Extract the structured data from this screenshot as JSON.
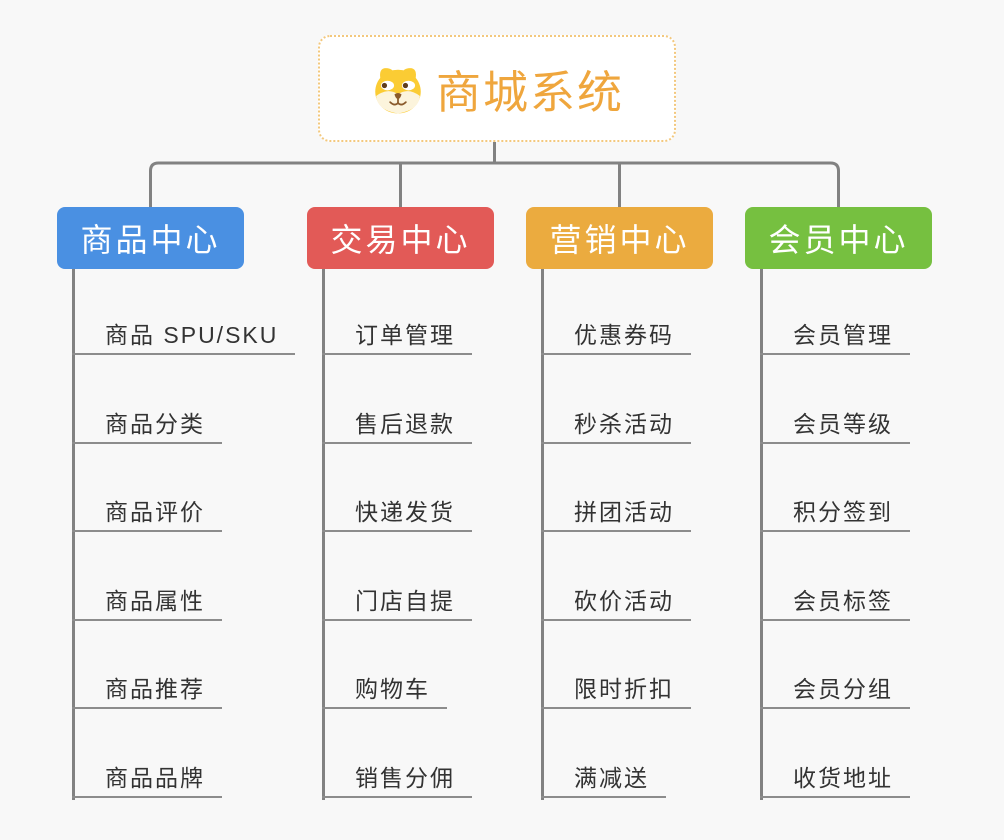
{
  "canvas": {
    "background": "#F8F8F8"
  },
  "root": {
    "title": "商城系统",
    "icon": "dog-face-icon",
    "title_color": "#EFA63D",
    "border_color": "#F3C87D"
  },
  "branches": [
    {
      "name": "product-center",
      "label": "商品中心",
      "color": "#4A90E2",
      "children": [
        "商品 SPU/SKU",
        "商品分类",
        "商品评价",
        "商品属性",
        "商品推荐",
        "商品品牌"
      ]
    },
    {
      "name": "trade-center",
      "label": "交易中心",
      "color": "#E25A57",
      "children": [
        "订单管理",
        "售后退款",
        "快递发货",
        "门店自提",
        "购物车",
        "销售分佣"
      ]
    },
    {
      "name": "marketing-center",
      "label": "营销中心",
      "color": "#EBAB3F",
      "children": [
        "优惠券码",
        "秒杀活动",
        "拼团活动",
        "砍价活动",
        "限时折扣",
        "满减送"
      ]
    },
    {
      "name": "member-center",
      "label": "会员中心",
      "color": "#76C040",
      "children": [
        "会员管理",
        "会员等级",
        "积分签到",
        "会员标签",
        "会员分组",
        "收货地址"
      ]
    }
  ],
  "connectors": {
    "color": "#828282",
    "underline_color": "#8C8C8C"
  }
}
